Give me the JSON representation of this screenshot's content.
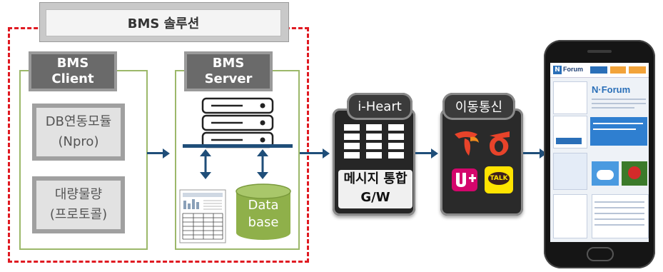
{
  "solution": {
    "title": "BMS 솔루션"
  },
  "client": {
    "title_line1": "BMS",
    "title_line2": "Client",
    "box1_line1": "DB연동모듈",
    "box1_line2": "(Npro)",
    "box2_line1": "대량물량",
    "box2_line2": "(프로토콜)"
  },
  "server": {
    "title_line1": "BMS",
    "title_line2": "Server",
    "db_line1": "Data",
    "db_line2": "base"
  },
  "gateway": {
    "title": "i-Heart",
    "label_line1": "메시지 통합",
    "label_line2": "G/W"
  },
  "carrier": {
    "title": "이동통신",
    "talk_label": "TALK"
  },
  "phone": {
    "site_name": "Forum",
    "site_logo_letter": "N",
    "headline": "N·Forum"
  },
  "colors": {
    "accent_red": "#e01a22",
    "arrow_blue": "#1f4e79",
    "panel_green": "#9cb86a",
    "database_green": "#8fb04a",
    "skt_red": "#e8432a",
    "kt_red": "#e8432a",
    "lgu_magenta": "#d4066c",
    "kakao_yellow": "#ffe300"
  }
}
